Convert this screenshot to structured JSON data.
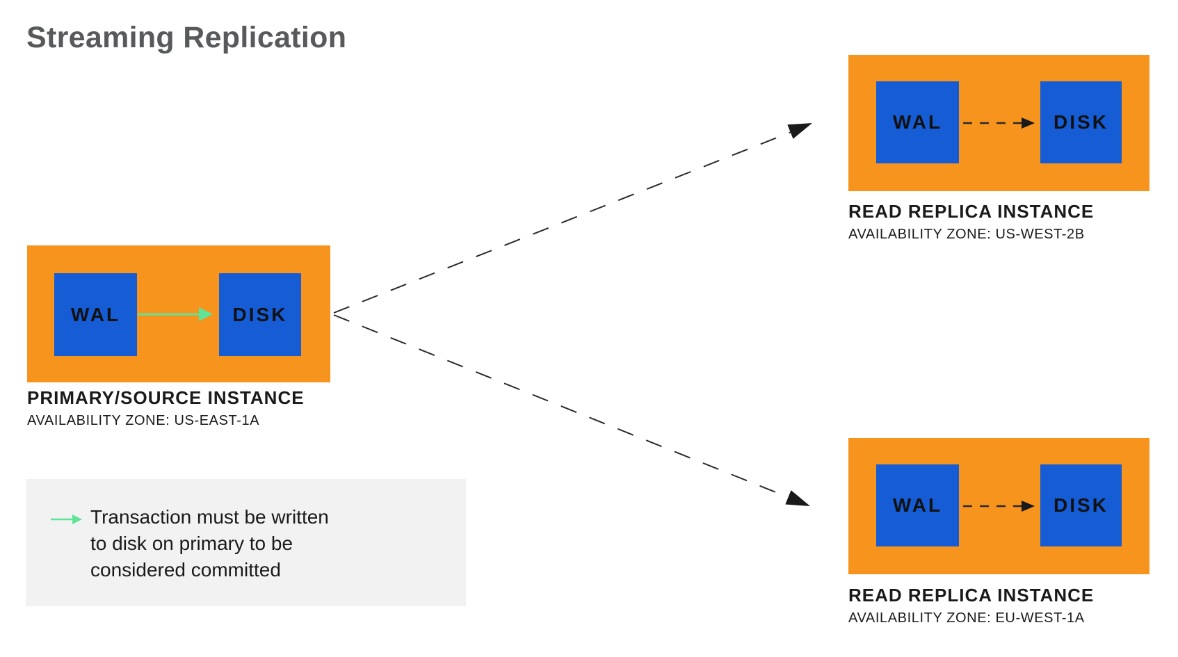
{
  "title": "Streaming Replication",
  "colors": {
    "orange": "#F7941D",
    "blue": "#155CD5",
    "green": "#5FE398",
    "arrow_dark": "#1A1A1A",
    "legend_background": "#F2F2F2",
    "title_text": "#58595B",
    "body_text": "#1A1A1A"
  },
  "primary": {
    "wal_label": "WAL",
    "disk_label": "DISK",
    "name": "PRIMARY/SOURCE INSTANCE",
    "zone": "AVAILABILITY ZONE: US-EAST-1A"
  },
  "replicas": [
    {
      "wal_label": "WAL",
      "disk_label": "DISK",
      "name": "READ REPLICA INSTANCE",
      "zone": "AVAILABILITY ZONE: US-WEST-2B"
    },
    {
      "wal_label": "WAL",
      "disk_label": "DISK",
      "name": "READ REPLICA INSTANCE",
      "zone": "AVAILABILITY ZONE: EU-WEST-1A"
    }
  ],
  "legend": {
    "lines": [
      "Transaction must be written",
      "to disk on primary to be",
      "considered committed"
    ]
  }
}
